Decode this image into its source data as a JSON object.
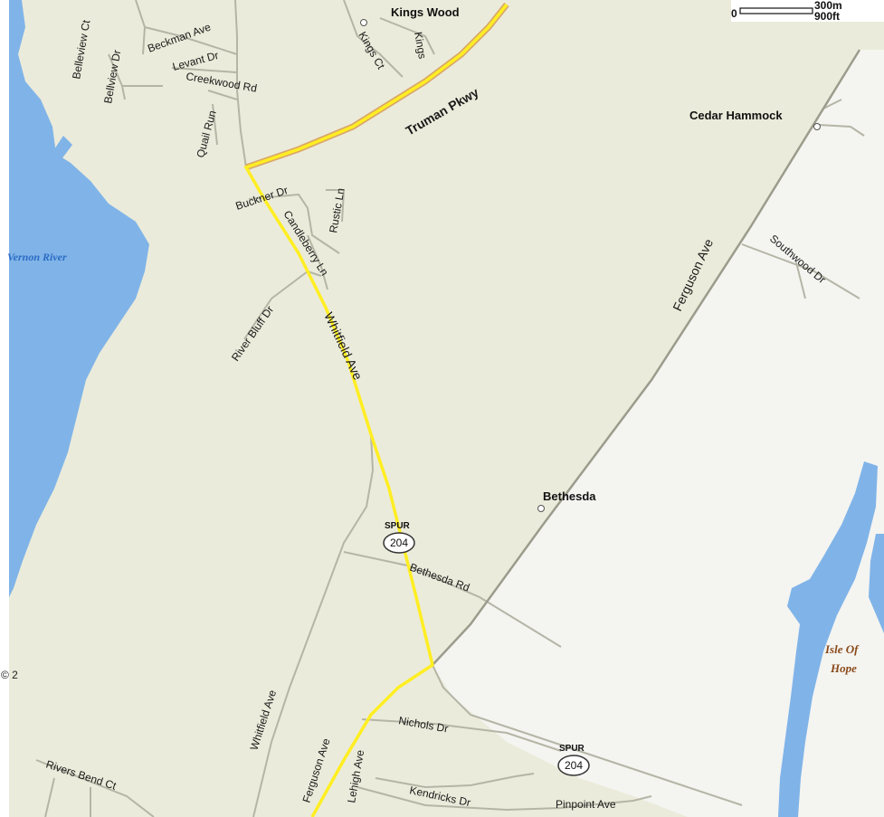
{
  "colors": {
    "land": "#ebebdb",
    "developed": "#f4f4f0",
    "water": "#7fb2e6",
    "road": "#b8b8aa",
    "highlight": "#ffee22",
    "parkway": "#d9a86a"
  },
  "places": {
    "kings_wood": "Kings Wood",
    "cedar_hammock": "Cedar Hammock",
    "bethesda": "Bethesda"
  },
  "water": {
    "vernon_river": "Vernon River",
    "isle_of_hope_line1": "Isle Of",
    "isle_of_hope_line2": "Hope"
  },
  "roads": {
    "beckman_ave": "Beckman Ave",
    "belleview_ct": "Belleview Ct",
    "bellview_dr": "Bellview Dr",
    "levant_dr": "Levant Dr",
    "creekwood_rd": "Creekwood Rd",
    "quail_run": "Quail Run",
    "kings_ct": "Kings Ct",
    "kings": "Kings",
    "truman_pkwy": "Truman Pkwy",
    "buckner_dr": "Buckner Dr",
    "rustic_ln": "Rustic Ln",
    "candleberry_ln": "Candleberry Ln",
    "river_bluff_dr": "River Bluff Dr",
    "whitfield_ave_north": "Whitfield Ave",
    "whitfield_ave_south": "Whitfield Ave",
    "ferguson_ave_north": "Ferguson Ave",
    "ferguson_ave_south": "Ferguson Ave",
    "southwood_dr": "Southwood Dr",
    "bethesda_rd": "Bethesda Rd",
    "nichols_dr": "Nichols Dr",
    "lehigh_ave": "Lehigh Ave",
    "kendricks_dr": "Kendricks Dr",
    "pinpoint_ave": "Pinpoint Ave",
    "rivers_bend_ct": "Rivers Bend Ct"
  },
  "shields": {
    "spur_1_top": "SPUR",
    "spur_1_num": "204",
    "spur_2_top": "SPUR",
    "spur_2_num": "204"
  },
  "scale": {
    "zero": "0",
    "meters": "300m",
    "feet": "900ft"
  },
  "copyright_fragment": "© 2"
}
